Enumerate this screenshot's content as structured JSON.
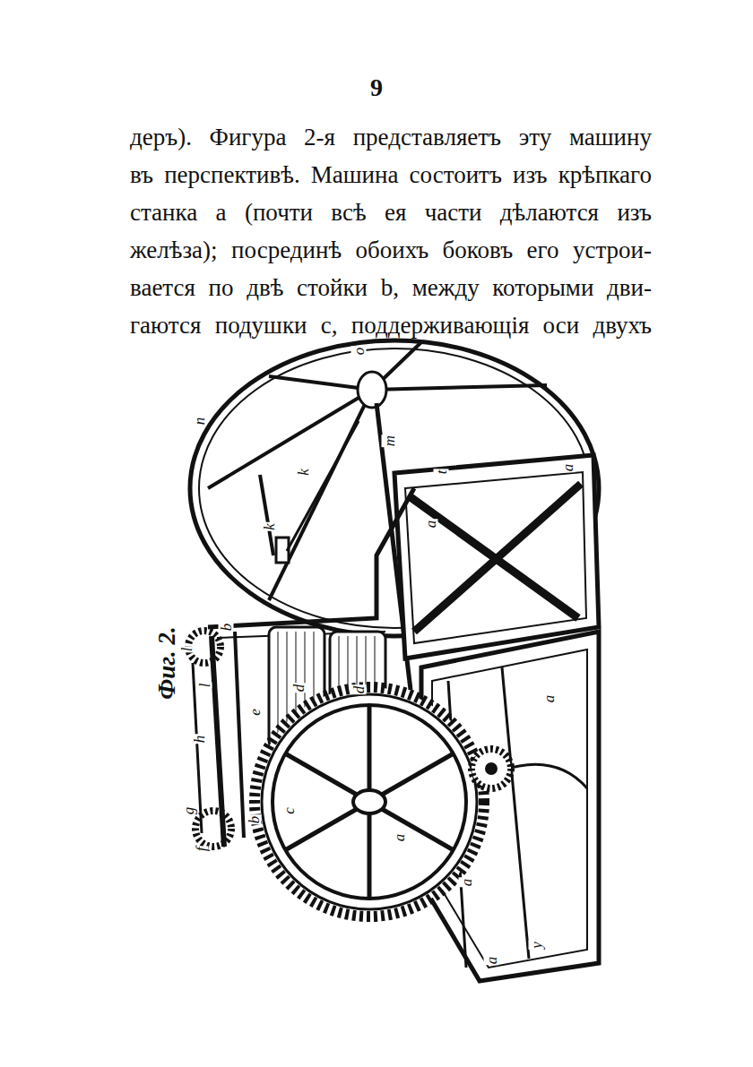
{
  "diagram": {
    "caption": "Фиг. 2.",
    "labels": [
      "9",
      "деръ). Фигура 2-я представляетъ эту машину",
      "въ перспективѣ. Машина состоитъ изъ крѣпкаго",
      "станка a (почти всѣ ея части дѣлаются изъ",
      "желѣза); посрединѣ обоихъ боковъ его устрои-",
      "вается по двѣ стойки b, между которыми дви-",
      "гаются подушки c, поддерживающія оси двухъ",
      "n",
      "k",
      "k",
      "o",
      "m",
      "t",
      "a",
      "a",
      "a",
      "a",
      "a",
      "a",
      "d",
      "d",
      "b",
      "b",
      "c",
      "l",
      "l",
      "h",
      "g",
      "f",
      "y",
      "e"
    ]
  }
}
